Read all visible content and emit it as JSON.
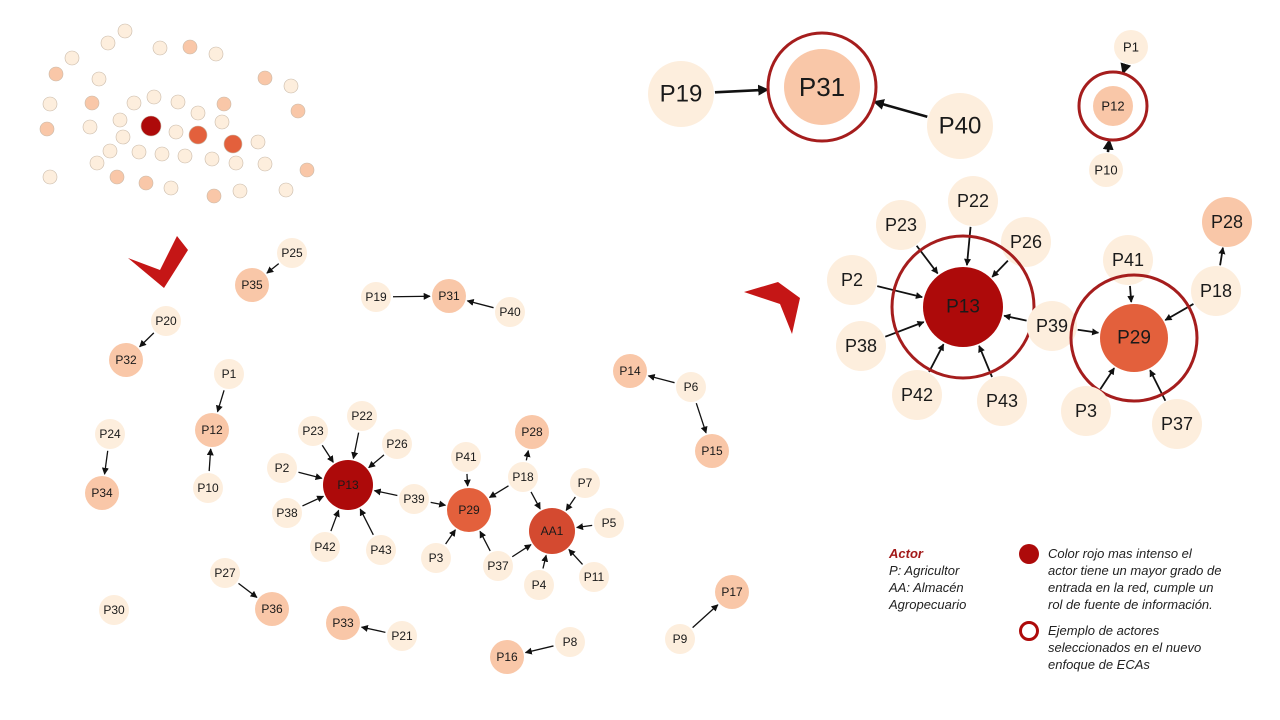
{
  "colors": {
    "level0": "#fdeedd",
    "level1": "#f9c7a8",
    "level2": "#e3603c",
    "level3": "#d44a30",
    "level4": "#ad0a0a",
    "ring": "#a51d1d",
    "chevron": "#c51616",
    "edge": "#111111"
  },
  "network": {
    "nodes": [
      {
        "id": "P25",
        "level": 0
      },
      {
        "id": "P35",
        "level": 1
      },
      {
        "id": "P19",
        "level": 0
      },
      {
        "id": "P31",
        "level": 1
      },
      {
        "id": "P40",
        "level": 0
      },
      {
        "id": "P20",
        "level": 0
      },
      {
        "id": "P32",
        "level": 1
      },
      {
        "id": "P1",
        "level": 0
      },
      {
        "id": "P12",
        "level": 1
      },
      {
        "id": "P10",
        "level": 0
      },
      {
        "id": "P24",
        "level": 0
      },
      {
        "id": "P34",
        "level": 1
      },
      {
        "id": "P22",
        "level": 0
      },
      {
        "id": "P23",
        "level": 0
      },
      {
        "id": "P26",
        "level": 0
      },
      {
        "id": "P2",
        "level": 0
      },
      {
        "id": "P13",
        "level": 4
      },
      {
        "id": "P38",
        "level": 0
      },
      {
        "id": "P42",
        "level": 0
      },
      {
        "id": "P43",
        "level": 0
      },
      {
        "id": "P39",
        "level": 0
      },
      {
        "id": "P41",
        "level": 0
      },
      {
        "id": "P29",
        "level": 2
      },
      {
        "id": "P3",
        "level": 0
      },
      {
        "id": "P37",
        "level": 0
      },
      {
        "id": "P28",
        "level": 1
      },
      {
        "id": "P18",
        "level": 0
      },
      {
        "id": "AA1",
        "level": 3
      },
      {
        "id": "P7",
        "level": 0
      },
      {
        "id": "P5",
        "level": 0
      },
      {
        "id": "P4",
        "level": 0
      },
      {
        "id": "P11",
        "level": 0
      },
      {
        "id": "P14",
        "level": 1
      },
      {
        "id": "P6",
        "level": 0
      },
      {
        "id": "P15",
        "level": 1
      },
      {
        "id": "P27",
        "level": 0
      },
      {
        "id": "P36",
        "level": 1
      },
      {
        "id": "P30",
        "level": 0
      },
      {
        "id": "P33",
        "level": 1
      },
      {
        "id": "P21",
        "level": 0
      },
      {
        "id": "P16",
        "level": 1
      },
      {
        "id": "P8",
        "level": 0
      },
      {
        "id": "P9",
        "level": 0
      },
      {
        "id": "P17",
        "level": 1
      }
    ],
    "edges": [
      [
        "P25",
        "P35"
      ],
      [
        "P19",
        "P31"
      ],
      [
        "P40",
        "P31"
      ],
      [
        "P20",
        "P32"
      ],
      [
        "P1",
        "P12"
      ],
      [
        "P10",
        "P12"
      ],
      [
        "P24",
        "P34"
      ],
      [
        "P22",
        "P13"
      ],
      [
        "P23",
        "P13"
      ],
      [
        "P26",
        "P13"
      ],
      [
        "P2",
        "P13"
      ],
      [
        "P38",
        "P13"
      ],
      [
        "P42",
        "P13"
      ],
      [
        "P43",
        "P13"
      ],
      [
        "P39",
        "P13"
      ],
      [
        "P39",
        "P29"
      ],
      [
        "P41",
        "P29"
      ],
      [
        "P18",
        "P29"
      ],
      [
        "P3",
        "P29"
      ],
      [
        "P37",
        "P29"
      ],
      [
        "P18",
        "P28"
      ],
      [
        "P18",
        "AA1"
      ],
      [
        "P7",
        "AA1"
      ],
      [
        "P5",
        "AA1"
      ],
      [
        "P4",
        "AA1"
      ],
      [
        "P11",
        "AA1"
      ],
      [
        "P37",
        "AA1"
      ],
      [
        "P6",
        "P14"
      ],
      [
        "P6",
        "P15"
      ],
      [
        "P27",
        "P36"
      ],
      [
        "P21",
        "P33"
      ],
      [
        "P8",
        "P16"
      ],
      [
        "P9",
        "P17"
      ]
    ]
  },
  "zoom_top": {
    "nodes": [
      {
        "id": "P19",
        "level": 0
      },
      {
        "id": "P31",
        "level": 1
      },
      {
        "id": "P40",
        "level": 0
      },
      {
        "id": "P1",
        "level": 0
      },
      {
        "id": "P12",
        "level": 1
      },
      {
        "id": "P10",
        "level": 0
      }
    ],
    "edges": [
      [
        "P19",
        "P31"
      ],
      [
        "P40",
        "P31"
      ],
      [
        "P1",
        "P12"
      ],
      [
        "P10",
        "P12"
      ]
    ],
    "ringed": [
      "P31",
      "P12"
    ]
  },
  "zoom_main": {
    "nodes": [
      {
        "id": "P22",
        "level": 0
      },
      {
        "id": "P23",
        "level": 0
      },
      {
        "id": "P26",
        "level": 0
      },
      {
        "id": "P2",
        "level": 0
      },
      {
        "id": "P13",
        "level": 4
      },
      {
        "id": "P38",
        "level": 0
      },
      {
        "id": "P42",
        "level": 0
      },
      {
        "id": "P43",
        "level": 0
      },
      {
        "id": "P39",
        "level": 0
      },
      {
        "id": "P41",
        "level": 0
      },
      {
        "id": "P29",
        "level": 2
      },
      {
        "id": "P18",
        "level": 0
      },
      {
        "id": "P28",
        "level": 1
      },
      {
        "id": "P3",
        "level": 0
      },
      {
        "id": "P37",
        "level": 0
      }
    ],
    "edges": [
      [
        "P22",
        "P13"
      ],
      [
        "P23",
        "P13"
      ],
      [
        "P26",
        "P13"
      ],
      [
        "P2",
        "P13"
      ],
      [
        "P38",
        "P13"
      ],
      [
        "P42",
        "P13"
      ],
      [
        "P43",
        "P13"
      ],
      [
        "P39",
        "P13"
      ],
      [
        "P39",
        "P29"
      ],
      [
        "P41",
        "P29"
      ],
      [
        "P18",
        "P29"
      ],
      [
        "P18",
        "P28"
      ],
      [
        "P3",
        "P29"
      ],
      [
        "P37",
        "P29"
      ]
    ],
    "ringed": [
      "P13",
      "P29"
    ]
  },
  "legend": {
    "actor_title": "Actor",
    "actor_p": "P: Agricultor",
    "actor_aa_1": "AA: Almacén",
    "actor_aa_2": "Agropecuario",
    "filled_line1": "Color rojo mas intenso el",
    "filled_line2": "actor tiene un mayor grado de",
    "filled_line3": "entrada  en la red, cumple un",
    "filled_line4": "rol de fuente de información.",
    "ring_line1": "Ejemplo de actores",
    "ring_line2": "seleccionados en el nuevo",
    "ring_line3": "enfoque de ECAs"
  }
}
